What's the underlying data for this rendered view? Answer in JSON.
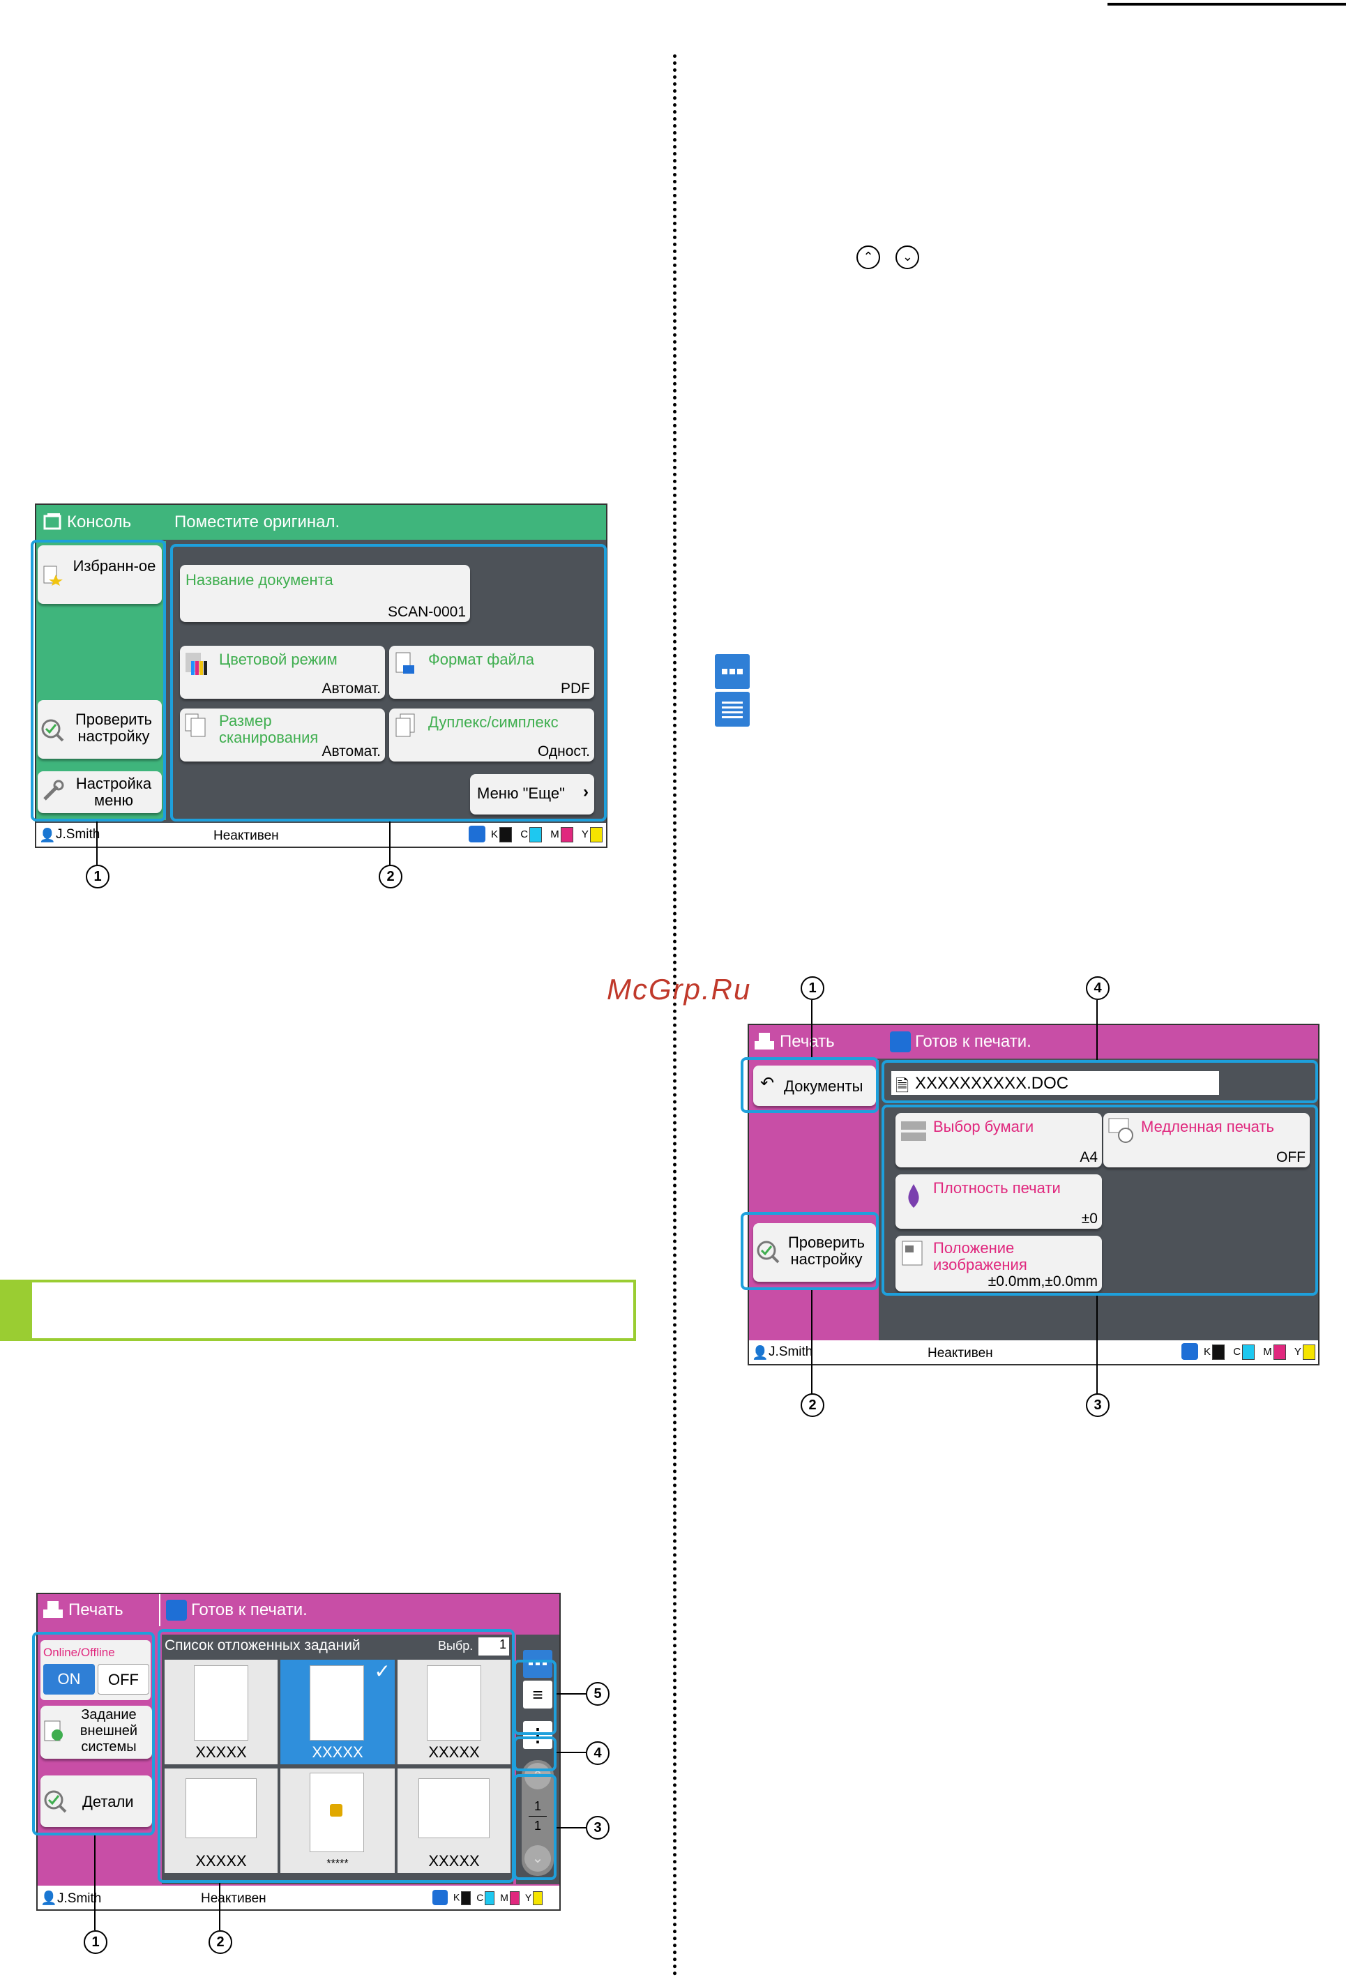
{
  "watermark": "McGrp.Ru",
  "scan_screen": {
    "title": "Консоль",
    "message": "Поместите оригинал.",
    "favorites": "Избранн-ое",
    "check_settings": "Проверить настройку",
    "menu_settings": "Настройка меню",
    "doc_name_label": "Название документа",
    "doc_name_value": "SCAN-0001",
    "color_mode_label": "Цветовой режим",
    "color_mode_value": "Автомат.",
    "file_format_label": "Формат файла",
    "file_format_value": "PDF",
    "scan_size_label": "Размер сканирования",
    "scan_size_value": "Автомат.",
    "duplex_label": "Дуплекс/симплекс",
    "duplex_value": "Одност.",
    "more_menu": "Меню \"Еще\"",
    "user": "J.Smith",
    "state": "Неактивен",
    "inks": [
      "K",
      "C",
      "M",
      "Y"
    ]
  },
  "print_detail": {
    "title": "Печать",
    "message": "Готов к печати.",
    "documents": "Документы",
    "filename": "XXXXXXXXXX.DOC",
    "paper_label": "Выбор бумаги",
    "paper_value": "A4",
    "slow_label": "Медленная печать",
    "slow_value": "OFF",
    "density_label": "Плотность печати",
    "density_value": "±0",
    "position_label": "Положение изображения",
    "position_value": "±0.0mm,±0.0mm",
    "check_settings": "Проверить настройку",
    "user": "J.Smith",
    "state": "Неактивен"
  },
  "print_list": {
    "title": "Печать",
    "message": "Готов к печати.",
    "online_label": "Online/Offline",
    "on": "ON",
    "off": "OFF",
    "external": "Задание внешней системы",
    "details": "Детали",
    "list_title": "Список отложенных заданий",
    "selected_label": "Выбр.",
    "selected_value": "1",
    "thumbs": [
      "XXXXX",
      "XXXXX",
      "XXXXX",
      "XXXXX",
      "*****",
      "XXXXX"
    ],
    "page_current": "1",
    "page_total": "1",
    "user": "J.Smith",
    "state": "Неактивен"
  },
  "callouts": {
    "c1": "1",
    "c2": "2",
    "c3": "3",
    "c4": "4",
    "c5": "5"
  },
  "colors": {
    "scan_header": "#3fb57c",
    "print_header": "#c84ea6",
    "highlight": "#1ea0dc",
    "note_border": "#9acd32"
  }
}
